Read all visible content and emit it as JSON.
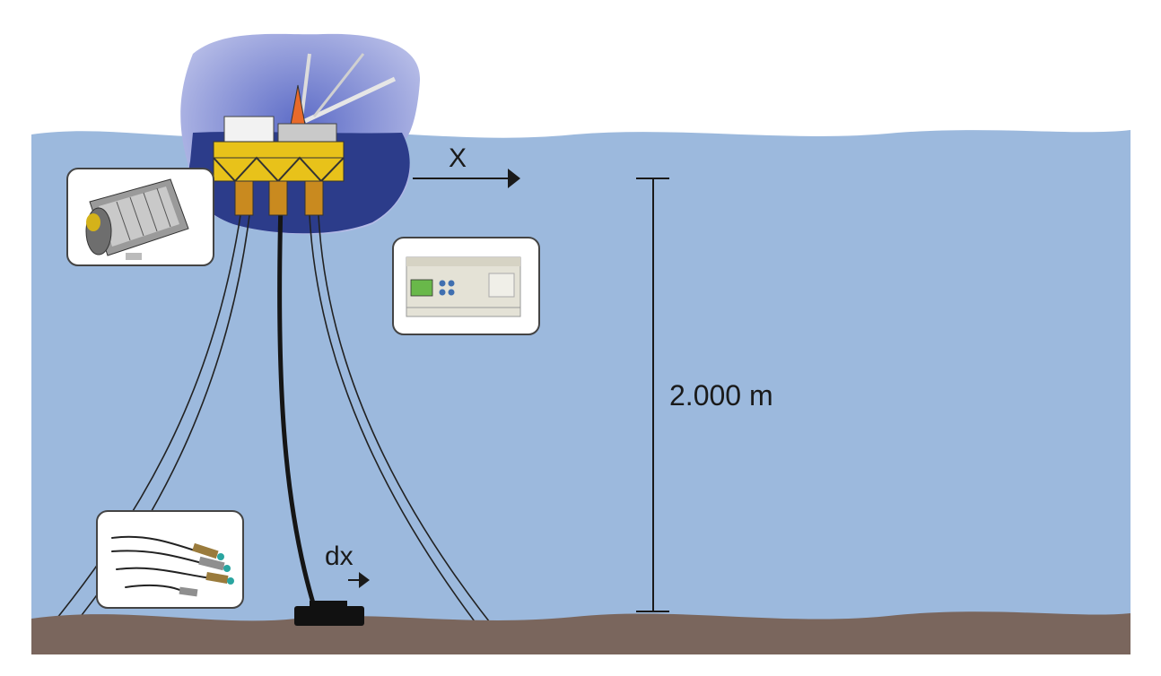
{
  "labels": {
    "platform_motion": "X",
    "wellhead_offset": "dx",
    "water_depth": "2.000 m"
  },
  "colors": {
    "sky": "#ffffff",
    "sea": "#9cb9dd",
    "seabed": "#7a665d",
    "platform_yellow": "#e8c21a",
    "platform_shadow": "#2a3a8c",
    "riser": "#1a1a1a"
  },
  "insets": [
    {
      "name": "motor-inset",
      "icon": "motor-icon"
    },
    {
      "name": "plc-inset",
      "icon": "plc-controller-icon"
    },
    {
      "name": "sensors-inset",
      "icon": "proximity-sensors-icon"
    }
  ]
}
